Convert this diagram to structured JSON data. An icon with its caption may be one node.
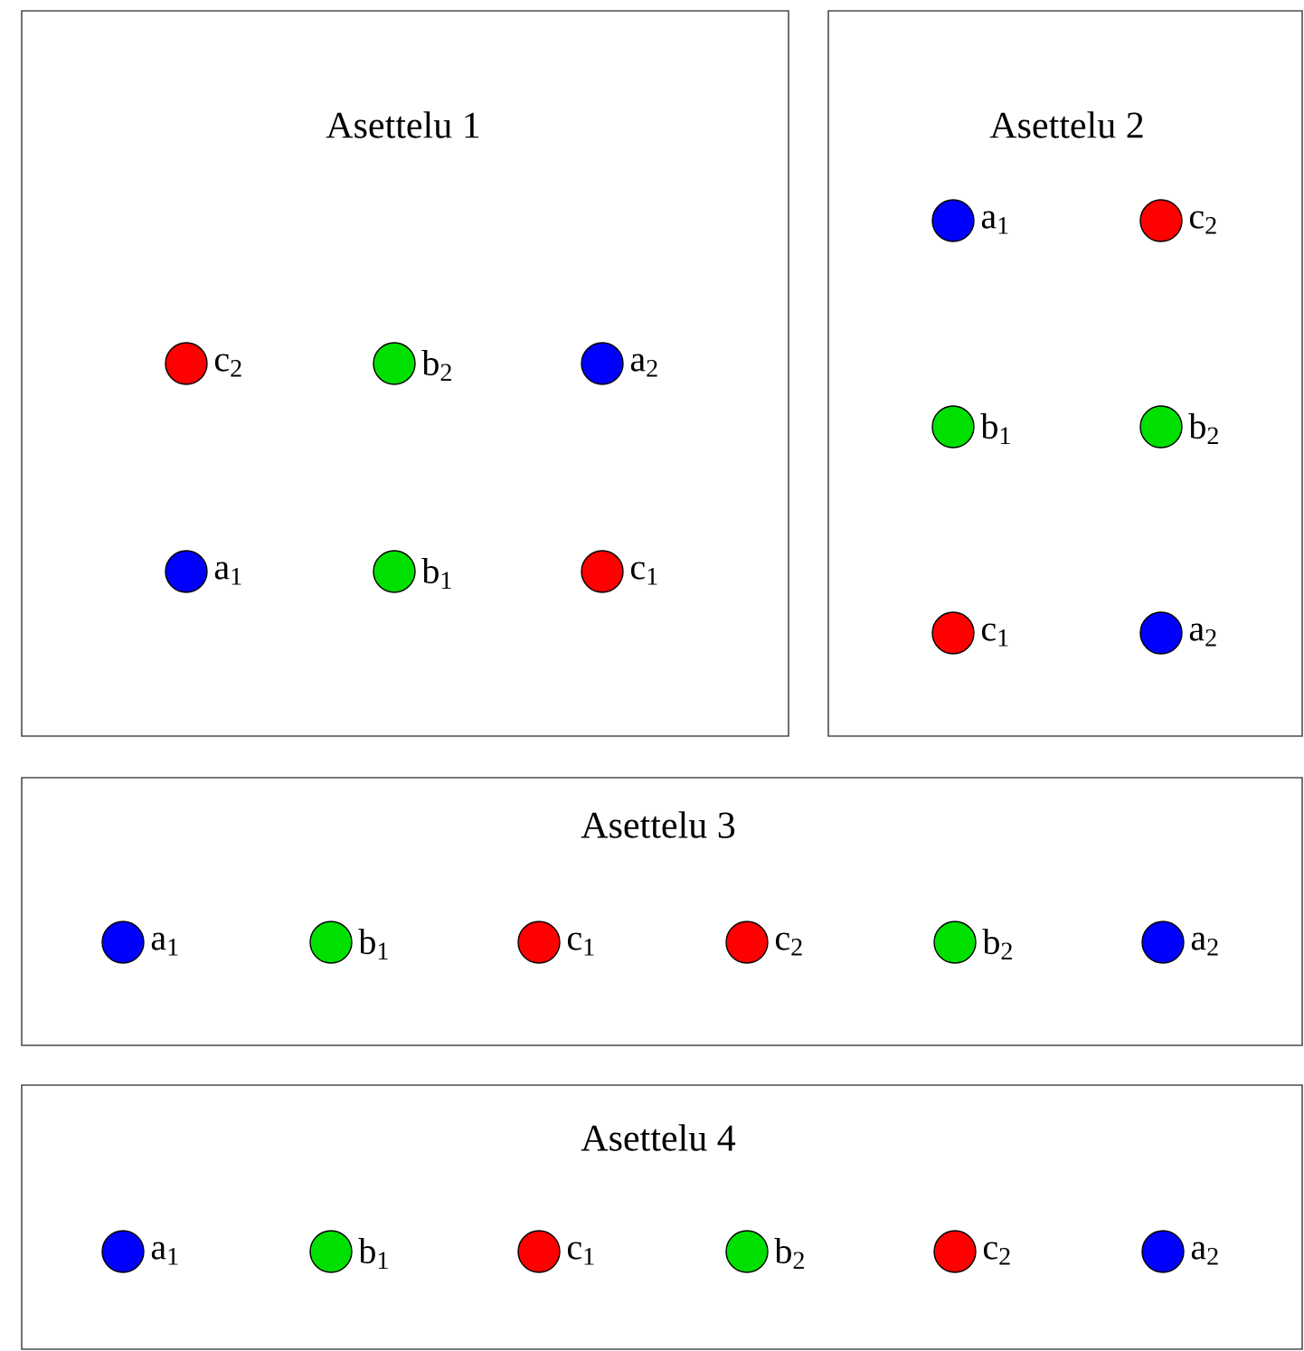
{
  "diagram": {
    "nodes": [
      {
        "text": [
          "Asettelu 1"
        ]
      },
      {
        "text": [],
        "shape": "circle",
        "beside": [
          "c$_{2}$"
        ],
        "in": 0
      },
      {
        "text": [],
        "shape": "circle",
        "beside": [
          "b$_{2}$"
        ],
        "in": 0
      },
      {
        "text": [],
        "shape": "circle",
        "beside": [
          "a$_{2}$"
        ],
        "in": 0
      },
      {
        "text": [],
        "shape": "circle",
        "beside": [
          "a$_{1}$"
        ],
        "in": 0
      },
      {
        "text": [],
        "shape": "circle",
        "beside": [
          "b$_{1}$"
        ],
        "in": 0
      },
      {
        "text": [],
        "shape": "circle",
        "beside": [
          "c$_{1}$"
        ],
        "in": 0
      },
      {
        "text": [
          "Asettelu 2"
        ]
      },
      {
        "text": [],
        "shape": "circle",
        "beside": [
          "a$_{1}$"
        ],
        "in": 7
      },
      {
        "text": [],
        "shape": "circle",
        "beside": [
          "c$_{2}$"
        ],
        "in": 7
      },
      {
        "text": [],
        "shape": "circle",
        "beside": [
          "b$_{1}$"
        ],
        "in": 7
      },
      {
        "text": [],
        "shape": "circle",
        "beside": [
          "b$_{2}$"
        ],
        "in": 7
      },
      {
        "text": [],
        "shape": "circle",
        "beside": [
          "c$_{1}$"
        ],
        "in": 7
      },
      {
        "text": [],
        "shape": "circle",
        "beside": [
          "a$_{2}$"
        ],
        "in": 7
      },
      {
        "text": [
          "Asettelu 3"
        ]
      },
      {
        "text": [],
        "shape": "circle",
        "beside": [
          "a$_{1}$"
        ],
        "in": 14
      },
      {
        "text": [],
        "shape": "circle",
        "beside": [
          "b$_{1}$"
        ],
        "in": 14
      },
      {
        "text": [],
        "shape": "circle",
        "beside": [
          "c$_{1}$"
        ],
        "in": 14
      },
      {
        "text": [],
        "shape": "circle",
        "beside": [
          "c$_{2}$"
        ],
        "in": 14
      },
      {
        "text": [],
        "shape": "circle",
        "beside": [
          "b$_{2}$"
        ],
        "in": 14
      },
      {
        "text": [],
        "shape": "circle",
        "beside": [
          "a$_{2}$"
        ],
        "in": 14
      },
      {
        "text": [
          "Asettelu 4"
        ]
      },
      {
        "text": [],
        "shape": "circle",
        "beside": [
          "a$_{1}$"
        ],
        "in": 21
      },
      {
        "text": [],
        "shape": "circle",
        "beside": [
          "b$_{1}$"
        ],
        "in": 21
      },
      {
        "text": [],
        "shape": "circle",
        "beside": [
          "c$_{1}$"
        ],
        "in": 21
      },
      {
        "text": [],
        "shape": "circle",
        "beside": [
          "b$_{2}$"
        ],
        "in": 21
      },
      {
        "text": [],
        "shape": "circle",
        "beside": [
          "c$_{2}$"
        ],
        "in": 21
      },
      {
        "text": [],
        "shape": "circle",
        "beside": [
          "a$_{2}$"
        ],
        "in": 21
      }
    ]
  }
}
